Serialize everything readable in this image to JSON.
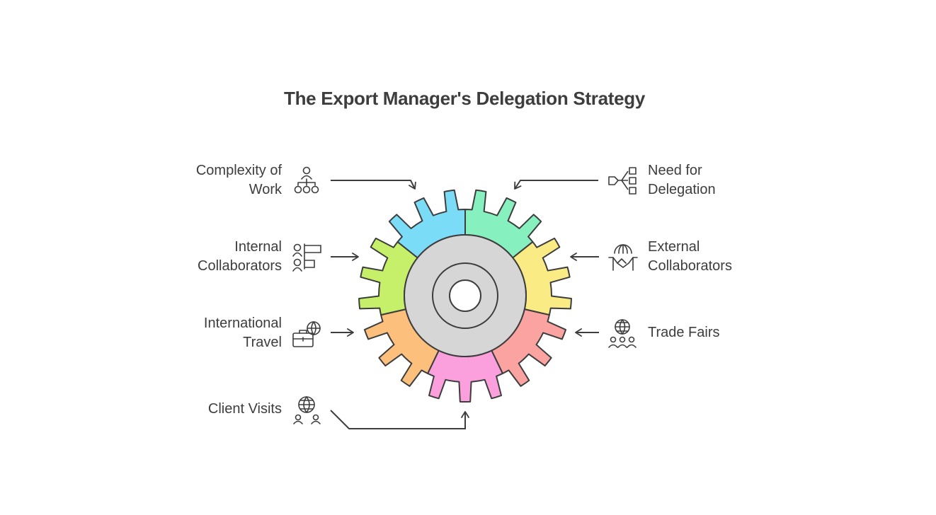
{
  "title": "The Export Manager's Delegation Strategy",
  "items": [
    {
      "id": "complexity",
      "lines": [
        "Complexity of",
        "Work"
      ],
      "icon": "org-chart-icon",
      "color": "#7adcf7"
    },
    {
      "id": "need",
      "lines": [
        "Need for",
        "Delegation"
      ],
      "icon": "delegation-flow-icon",
      "color": "#86f0bf"
    },
    {
      "id": "internal",
      "lines": [
        "Internal",
        "Collaborators"
      ],
      "icon": "team-board-icon",
      "color": "#c6f06a"
    },
    {
      "id": "external",
      "lines": [
        "External",
        "Collaborators"
      ],
      "icon": "handshake-globe-icon",
      "color": "#fbeb84"
    },
    {
      "id": "travel",
      "lines": [
        "International",
        "Travel"
      ],
      "icon": "briefcase-globe-icon",
      "color": "#fcc07c"
    },
    {
      "id": "fairs",
      "lines": [
        "Trade Fairs"
      ],
      "icon": "globe-people-icon",
      "color": "#fba3a0"
    },
    {
      "id": "visits",
      "lines": [
        "Client Visits"
      ],
      "icon": "globe-clients-icon",
      "color": "#fba0dc"
    }
  ]
}
